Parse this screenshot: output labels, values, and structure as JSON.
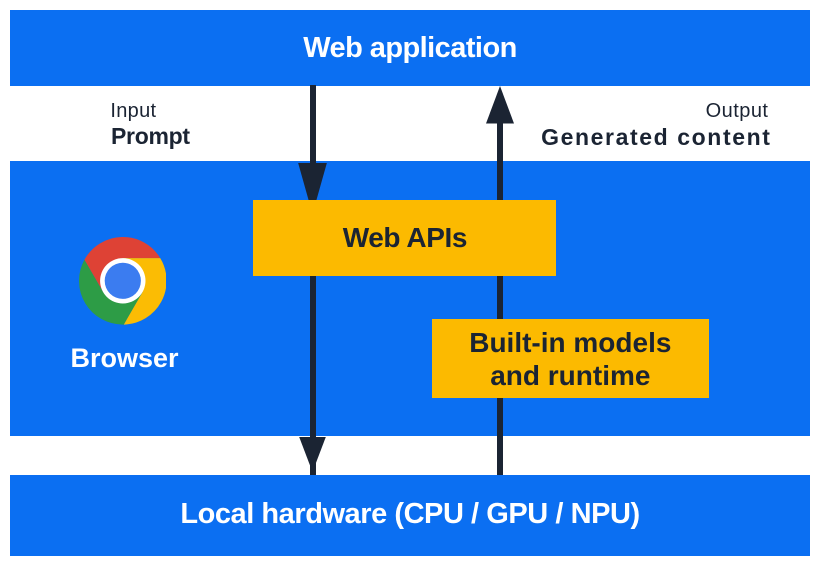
{
  "title": "Built-in AI architecture diagram",
  "colors": {
    "band_blue": "#0b6ff2",
    "box_yellow": "#fcba00",
    "arrow_navy": "#1b2433",
    "text_white": "#ffffff",
    "chrome_red": "#de4235",
    "chrome_yellow": "#fbbc04",
    "chrome_green": "#2d9c46",
    "chrome_blue": "#3b7cf0"
  },
  "bands": {
    "web_application": {
      "label": "Web application"
    },
    "browser": {
      "label": "Browser"
    },
    "local_hardware": {
      "label": "Local hardware (CPU / GPU / NPU)"
    }
  },
  "flows": {
    "input": {
      "caption": "Input",
      "label": "Prompt"
    },
    "output": {
      "caption": "Output",
      "label": "Generated content"
    }
  },
  "boxes": {
    "web_apis": {
      "label": "Web APIs"
    },
    "builtin_models": {
      "line1": "Built-in models",
      "line2": "and runtime"
    }
  }
}
